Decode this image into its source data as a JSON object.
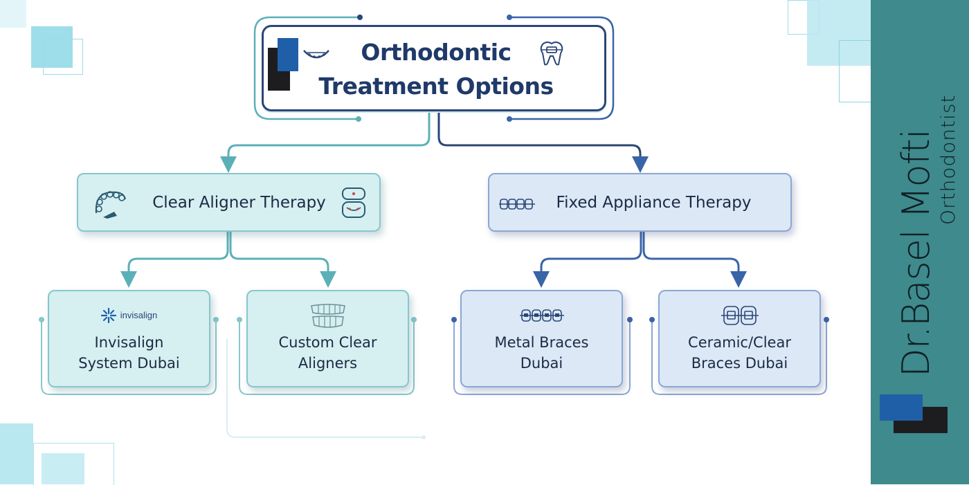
{
  "diagram": {
    "title_lines": [
      "Orthodontic",
      "Treatment Options"
    ],
    "branches": [
      {
        "label": "Clear Aligner Therapy",
        "children": [
          {
            "brand": "invisalign",
            "lines": [
              "Invisalign",
              "System Dubai"
            ]
          },
          {
            "lines": [
              "Custom Clear",
              "Aligners"
            ]
          }
        ]
      },
      {
        "label": "Fixed Appliance Therapy",
        "children": [
          {
            "lines": [
              "Metal Braces",
              "Dubai"
            ]
          },
          {
            "lines": [
              "Ceramic/Clear",
              "Braces Dubai"
            ]
          }
        ]
      }
    ]
  },
  "sidebar": {
    "name": "Dr.Basel Mofti",
    "role": "Orthodontist"
  },
  "colors": {
    "teal_accent": "#5bb0b8",
    "navy": "#1f3a68",
    "blue_accent": "#3a64a8",
    "panel": "#3e8a8d"
  }
}
